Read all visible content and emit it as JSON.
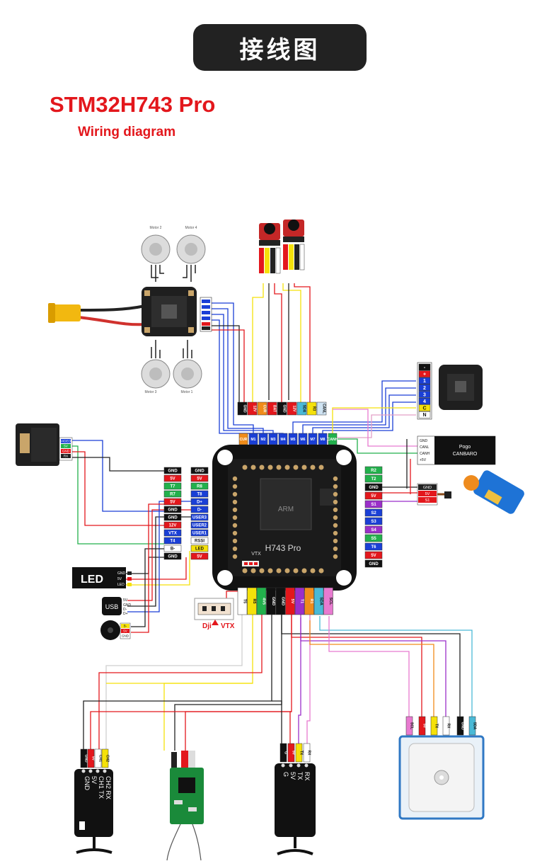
{
  "header": {
    "title": "接线图",
    "model": "STM32H743 Pro",
    "subtitle": "Wiring diagram"
  },
  "motors": {
    "m1": "Motor 1",
    "m2": "Motor 2",
    "m3": "Motor 3",
    "m4": "Motor 4"
  },
  "esc_top_pads": [
    "GND",
    "12V",
    "CUR",
    "BAT",
    "GND",
    "12V",
    "SDA",
    "R3",
    "CANL"
  ],
  "motor_pads": [
    "CUR",
    "M1",
    "M2",
    "M3",
    "M4",
    "M5",
    "M6",
    "M7",
    "M8",
    "CANH"
  ],
  "left_col_a": [
    "GND",
    "5V",
    "T7",
    "R7",
    "5V",
    "GND",
    "GND",
    "12V",
    "VTX",
    "T4",
    "B-",
    "GND"
  ],
  "left_col_b": [
    "GND",
    "5V",
    "R8",
    "T8",
    "D+",
    "D-",
    "USER3",
    "USER2",
    "USER1",
    "RSSI",
    "LED",
    "5V"
  ],
  "right_col": [
    "R2",
    "T2",
    "GND",
    "5V",
    "S1",
    "S2",
    "S3",
    "S4",
    "S5",
    "T6",
    "5V",
    "GND"
  ],
  "bottom_pads": [
    "T5",
    "R5",
    "4V5",
    "GND",
    "GND",
    "5V",
    "T1",
    "R1",
    "SDA",
    "SCL"
  ],
  "fc_label": "H743 Pro",
  "fc_vtx": "VTX",
  "chip_text": "ARM",
  "led": {
    "label": "LED",
    "pins": [
      "GND",
      "5V",
      "LED"
    ]
  },
  "usb": {
    "label": "USB",
    "pins": [
      "5V",
      "GND",
      "D-",
      "D+"
    ]
  },
  "buzzer": {
    "pins": [
      "B-",
      "5V",
      "GND"
    ]
  },
  "dji": {
    "label1": "Dji",
    "label2": "VTX"
  },
  "canbaro": {
    "pins": [
      "GND",
      "CANL",
      "CANH",
      "+5V"
    ],
    "name1": "Pogo",
    "name2": "CANBARO"
  },
  "esc2_pads": [
    "-",
    "+",
    "1",
    "2",
    "3",
    "4",
    "C",
    "N"
  ],
  "servo": {
    "pins": [
      "GND",
      "5V",
      "S1"
    ]
  },
  "vtx_module": {
    "pins": [
      "VIDEO",
      "5V",
      "GND",
      "RX"
    ]
  },
  "gps": {
    "pins": [
      "SCL",
      "5V",
      "TX",
      "RX",
      "GND",
      "SDA"
    ]
  },
  "receiver1": {
    "pins": [
      "GND",
      "5V",
      "CH1",
      "CH2"
    ],
    "labels": [
      "CH2 RX",
      "CH1 TX",
      "5V",
      "GND"
    ]
  },
  "receiver3": {
    "pins": [
      "G",
      "5V",
      "TX",
      "RX"
    ],
    "labels": [
      "RX",
      "TX",
      "5V",
      "G"
    ]
  },
  "colors": {
    "red": "#e3171c",
    "dark": "#222222",
    "blue": "#1a3fd6",
    "green": "#22b14c",
    "yellow": "#f5e10a"
  }
}
